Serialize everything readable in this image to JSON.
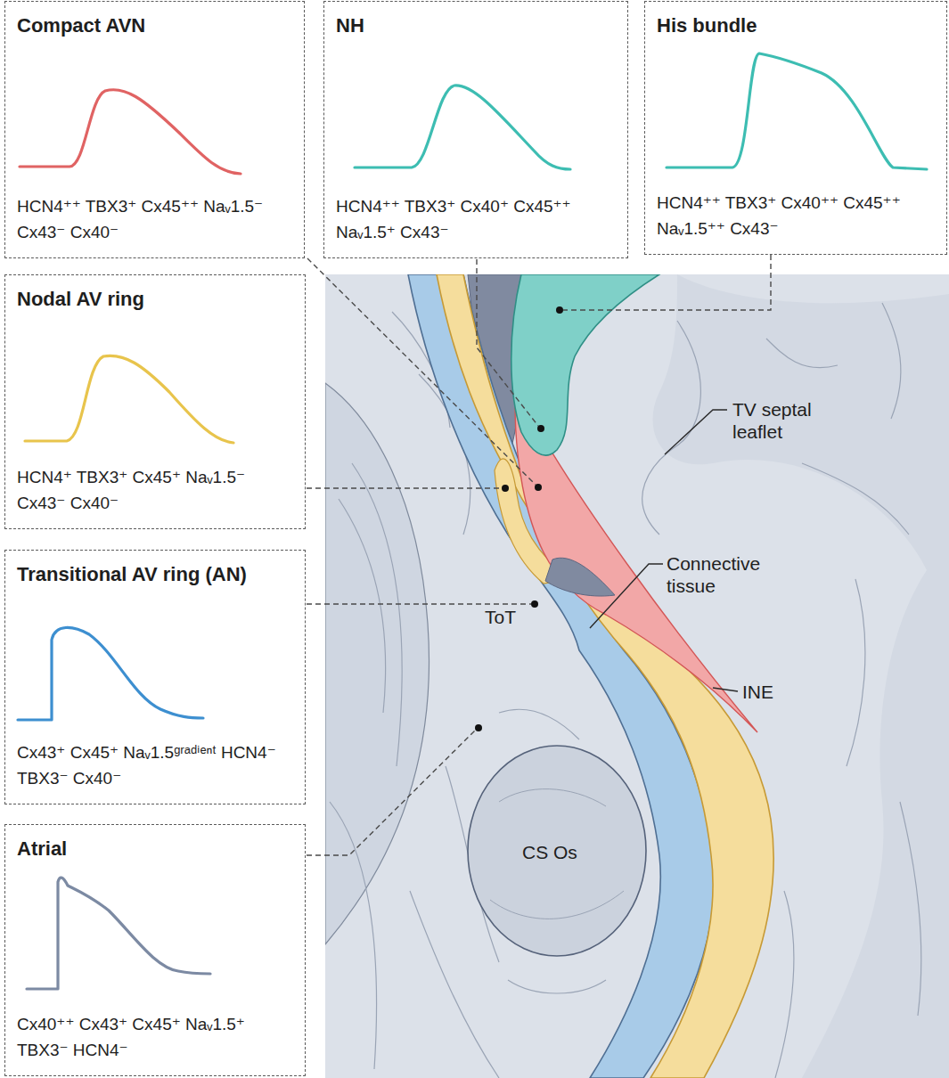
{
  "diagram": {
    "nodes": [
      {
        "text": [
          "Compact AVN",
          "HCN4⁺⁺ TBX3⁺ Cx45⁺⁺ Naᵥ1.5⁻ Cx43⁻ Cx40⁻"
        ]
      },
      {
        "text": [
          "NH",
          "HCN4⁺⁺ TBX3⁺ Cx40⁺ Cx45⁺⁺ Naᵥ1.5⁺ Cx43⁻"
        ]
      },
      {
        "text": [
          "His bundle",
          "HCN4⁺⁺ TBX3⁺ Cx40⁺⁺ Cx45⁺⁺ Naᵥ1.5⁺⁺ Cx43⁻"
        ]
      },
      {
        "text": [
          "Nodal AV ring",
          "HCN4⁺ TBX3⁺ Cx45⁺ Naᵥ1.5⁻ Cx43⁻ Cx40⁻"
        ]
      },
      {
        "text": [
          "Transitional AV ring (AN)",
          "Cx43⁺ Cx45⁺ Naᵥ1.5ᵍʳᵃᵈⁱᵉⁿᵗ HCN4⁻ TBX3⁻ Cx40⁻"
        ]
      },
      {
        "text": [
          "Atrial",
          "Cx40⁺⁺ Cx43⁺ Cx45⁺ Naᵥ1.5⁺ TBX3⁻ HCN4⁻"
        ]
      }
    ],
    "labels": [
      "TV septal leaflet",
      "Connective tissue",
      "INE",
      "ToT",
      "CS Os"
    ]
  }
}
